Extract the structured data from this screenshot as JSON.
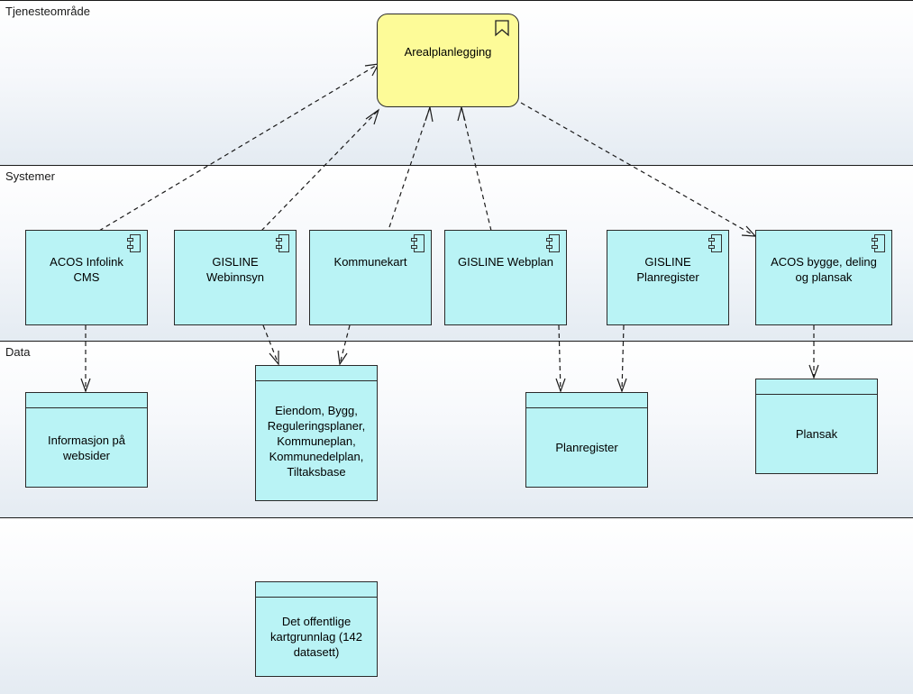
{
  "lanes": {
    "tjeneste": "Tjenesteområde",
    "systemer": "Systemer",
    "data": "Data",
    "bottom": ""
  },
  "service": {
    "label": "Arealplanlegging",
    "icon": "business-service-icon"
  },
  "components": [
    {
      "label": "ACOS Infolink CMS",
      "icon": "component-icon"
    },
    {
      "label": "GISLINE Webinnsyn",
      "icon": "component-icon"
    },
    {
      "label": "Kommunekart",
      "icon": "component-icon"
    },
    {
      "label": "GISLINE Webplan",
      "icon": "component-icon"
    },
    {
      "label": "GISLINE Planregister",
      "icon": "component-icon"
    },
    {
      "label": "ACOS bygge, deling og plansak",
      "icon": "component-icon"
    }
  ],
  "data_objects": [
    {
      "label": "Informasjon på websider"
    },
    {
      "label": "Eiendom, Bygg, Reguleringsplaner, Kommuneplan, Kommunedelplan, Tiltaksbase"
    },
    {
      "label": "Planregister"
    },
    {
      "label": "Plansak"
    },
    {
      "label": "Det offentlige kartgrunnlag (142 datasett)"
    }
  ],
  "colors": {
    "component_fill": "#b9f3f5",
    "service_fill": "#fdfb98",
    "line": "#1a1a1a"
  }
}
